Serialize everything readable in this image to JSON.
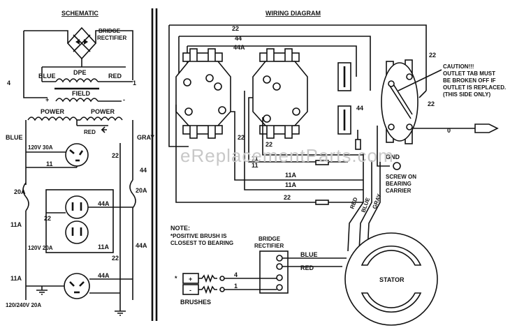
{
  "schematic": {
    "title": "SCHEMATIC",
    "bridge_rectifier": "BRIDGE\nRECTIFIER",
    "blue": "BLUE",
    "dpe": "DPE",
    "red": "RED",
    "field": "FIELD",
    "plus": "+",
    "minus": "-",
    "four": "4",
    "one": "1",
    "power_left": "POWER",
    "power_right": "POWER",
    "red_coil": "RED",
    "blue_left": "BLUE",
    "gray_right": "GRAY",
    "receptacle_top": "120V  30A",
    "w11_top": "11",
    "w22": "22",
    "w44": "44",
    "breaker_left": "20A",
    "breaker_right": "20A",
    "w44a_mid": "44A",
    "w22_mid": "22",
    "w11a_left": "11A",
    "receptacle_dual": "120V  20A",
    "w11a_mid": "11A",
    "w44a_right": "44A",
    "w22_low": "22",
    "w11a_low": "11A",
    "w44a_low": "44A",
    "receptacle_bottom": "120/240V  20A"
  },
  "wiring": {
    "title": "WIRING DIAGRAM",
    "w22_top": "22",
    "w44_top": "44",
    "w44a_top": "44A",
    "caution": "CAUTION!!!\nOUTLET TAB MUST\nBE BROKEN OFF IF\nOUTLET IS REPLACED.\n(THIS SIDE ONLY)",
    "w22_right": "22",
    "w22_right2": "22",
    "w0": "0",
    "w44_mid": "44",
    "w22_left": "22",
    "w22_mid": "22",
    "w11_a": "11",
    "w11_b": "11",
    "w11a_1": "11A",
    "w11a_2": "11A",
    "w22_bottom": "22",
    "gnd": "GND",
    "screw_note": "SCREW ON\nBEARING\nCARRIER",
    "red": "RED",
    "blue": "BLUE",
    "gray": "GRAY",
    "note_title": "NOTE:",
    "note_text": "*POSITIVE BRUSH IS\nCLOSEST TO BEARING",
    "bridge_rectifier": "BRIDGE\nRECTIFIER",
    "blue_lead": "BLUE",
    "red_lead": "RED",
    "stator": "STATOR",
    "brush_star": "*",
    "brush_pos": "+",
    "brush_neg": "-",
    "brush_4": "4",
    "brush_1": "1",
    "brushes": "BRUSHES"
  },
  "watermark": "eReplacementParts.com"
}
